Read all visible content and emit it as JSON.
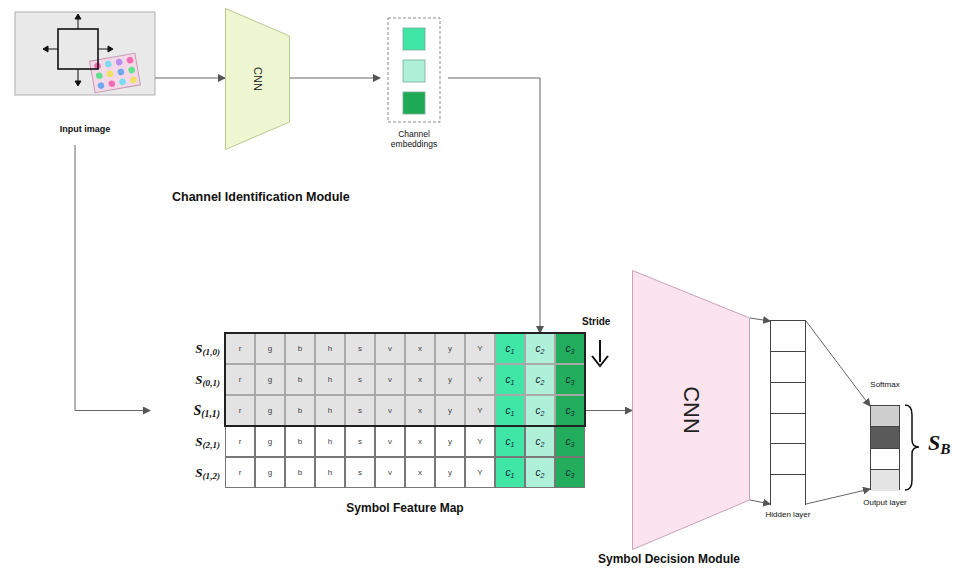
{
  "diagram": {
    "nodes": [
      {
        "text": [
          "Input image"
        ]
      },
      {
        "text": [
          "CNN"
        ]
      },
      {
        "text": [
          "Channel embeddings"
        ]
      },
      {
        "text": [
          "Symbol Feature Map"
        ]
      },
      {
        "text": [
          "CNN"
        ]
      },
      {
        "text": [
          "Hidden layer"
        ]
      },
      {
        "text": [
          "Softmax",
          "Output layer"
        ]
      }
    ],
    "edges": [
      {
        "from": 0,
        "to": 1,
        "arrow": "to"
      },
      {
        "from": 1,
        "to": 2,
        "arrow": "to"
      },
      {
        "from": 2,
        "to": 3,
        "arrow": "to"
      },
      {
        "from": 0,
        "to": 3,
        "arrow": "to"
      },
      {
        "from": 3,
        "to": 4,
        "arrow": "to"
      },
      {
        "from": 4,
        "to": 5,
        "arrow": "to"
      },
      {
        "from": 5,
        "to": 6,
        "arrow": "to"
      }
    ],
    "labels": [
      "Channel Identification Module",
      "S(1,0)",
      "S(0,1)",
      "S(1,1)",
      "S(2,1)",
      "S(1,2)",
      "r",
      "g",
      "b",
      "h",
      "s",
      "v",
      "x",
      "y",
      "Y",
      "c1",
      "c2",
      "c3",
      "r",
      "g",
      "b",
      "h",
      "s",
      "v",
      "x",
      "y",
      "Y",
      "c1",
      "c2",
      "c3",
      "r",
      "g",
      "b",
      "h",
      "s",
      "v",
      "x",
      "y",
      "Y",
      "c1",
      "c2",
      "c3",
      "r",
      "g",
      "b",
      "h",
      "s",
      "v",
      "x",
      "y",
      "Y",
      "c1",
      "c2",
      "c3",
      "r",
      "g",
      "b",
      "h",
      "s",
      "v",
      "x",
      "y",
      "Y",
      "c1",
      "c2",
      "c3",
      "Stride",
      "SB",
      "Symbol Decision Module"
    ]
  }
}
